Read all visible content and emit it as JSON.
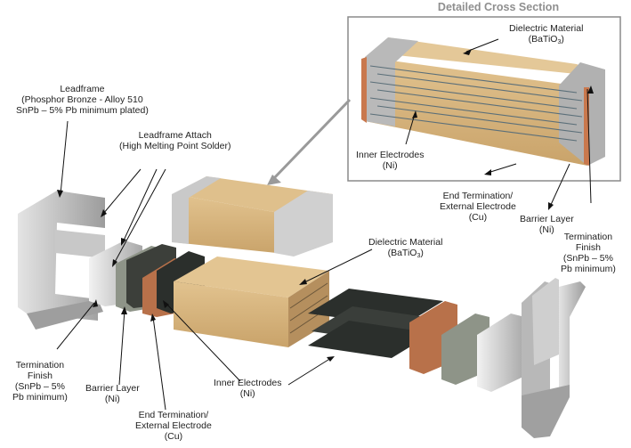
{
  "cross_section": {
    "title": "Detailed Cross Section",
    "dielectric": {
      "line1": "Dielectric Material",
      "line2_prefix": "(BaTiO",
      "line2_sub": "3",
      "line2_suffix": ")"
    },
    "inner_electrodes": {
      "line1": "Inner Electrodes",
      "line2": "(Ni)"
    }
  },
  "labels": {
    "leadframe": {
      "line1": "Leadframe",
      "line2": "(Phosphor Bronze - Alloy 510",
      "line3": "SnPb – 5% Pb minimum plated)"
    },
    "leadframe_attach": {
      "line1": "Leadframe Attach",
      "line2": "(High Melting Point Solder)"
    },
    "dielectric": {
      "line1": "Dielectric Material",
      "line2_prefix": "(BaTiO",
      "line2_sub": "3",
      "line2_suffix": ")"
    },
    "end_termination_right": {
      "line1": "End Termination/",
      "line2": "External Electrode",
      "line3": "(Cu)"
    },
    "barrier_right": {
      "line1": "Barrier Layer",
      "line2": "(Ni)"
    },
    "termination_finish_right": {
      "line1": "Termination",
      "line2": "Finish",
      "line3": "(SnPb – 5%",
      "line4": "Pb minimum)"
    },
    "termination_finish_left": {
      "line1": "Termination",
      "line2": "Finish",
      "line3": "(SnPb – 5%",
      "line4": "Pb minimum)"
    },
    "barrier_left": {
      "line1": "Barrier Layer",
      "line2": "(Ni)"
    },
    "end_termination_left": {
      "line1": "End Termination/",
      "line2": "External Electrode",
      "line3": "(Cu)"
    },
    "inner_electrodes": {
      "line1": "Inner Electrodes",
      "line2": "(Ni)"
    }
  },
  "colors": {
    "dielectric": "#d8b57d",
    "copper": "#b8714a",
    "nickel": "#8e9488",
    "tin": "#d6d6d6",
    "electrode": "#2b2f2c",
    "leadframe": "#c4c4c4"
  }
}
